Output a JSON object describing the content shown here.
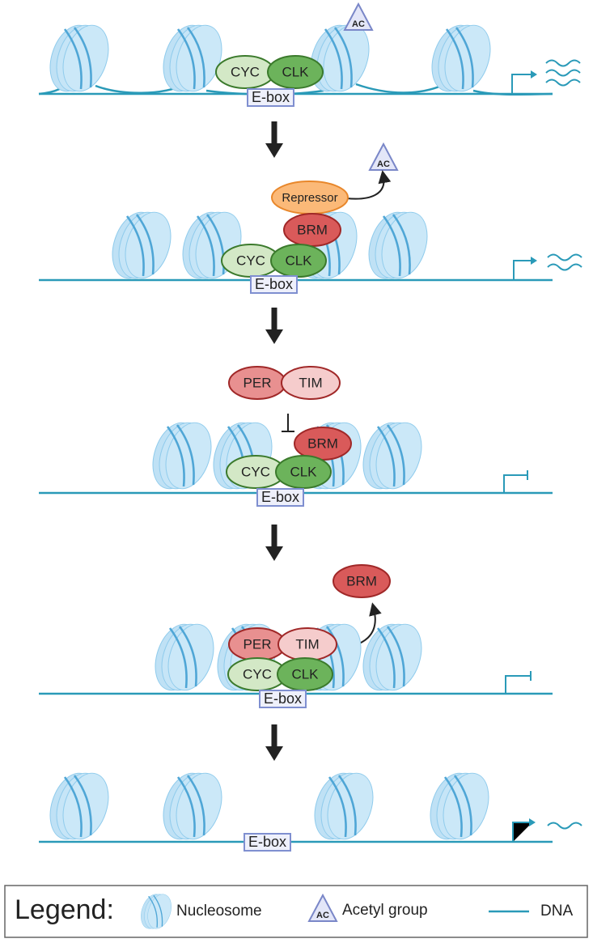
{
  "labels": {
    "cyc": "CYC",
    "clk": "CLK",
    "ebox": "E-box",
    "ac": "AC",
    "repressor": "Repressor",
    "brm": "BRM",
    "per": "PER",
    "tim": "TIM"
  },
  "legend": {
    "title": "Legend:",
    "nucleosome": "Nucleosome",
    "acetyl": "Acetyl group",
    "dna": "DNA"
  },
  "colors": {
    "dna": "#2a9ab8",
    "nucleosome_fill": "#bfe1f5",
    "nucleosome_stroke": "#5fb2dd",
    "cyc_fill": "#d3e8c6",
    "clk_fill": "#6cb35b",
    "protein_green_stroke": "#3b7a2c",
    "brm_fill": "#d95a5a",
    "per_fill": "#e89090",
    "tim_fill": "#f5cccc",
    "red_stroke": "#a02828",
    "repressor_fill": "#fbb978",
    "repressor_stroke": "#e8872b",
    "ebox_fill": "#eef0fb",
    "ebox_stroke": "#7f8fd0",
    "ac_fill": "#e3e6f8",
    "ac_stroke": "#7a87c8",
    "arrow": "#222222"
  }
}
